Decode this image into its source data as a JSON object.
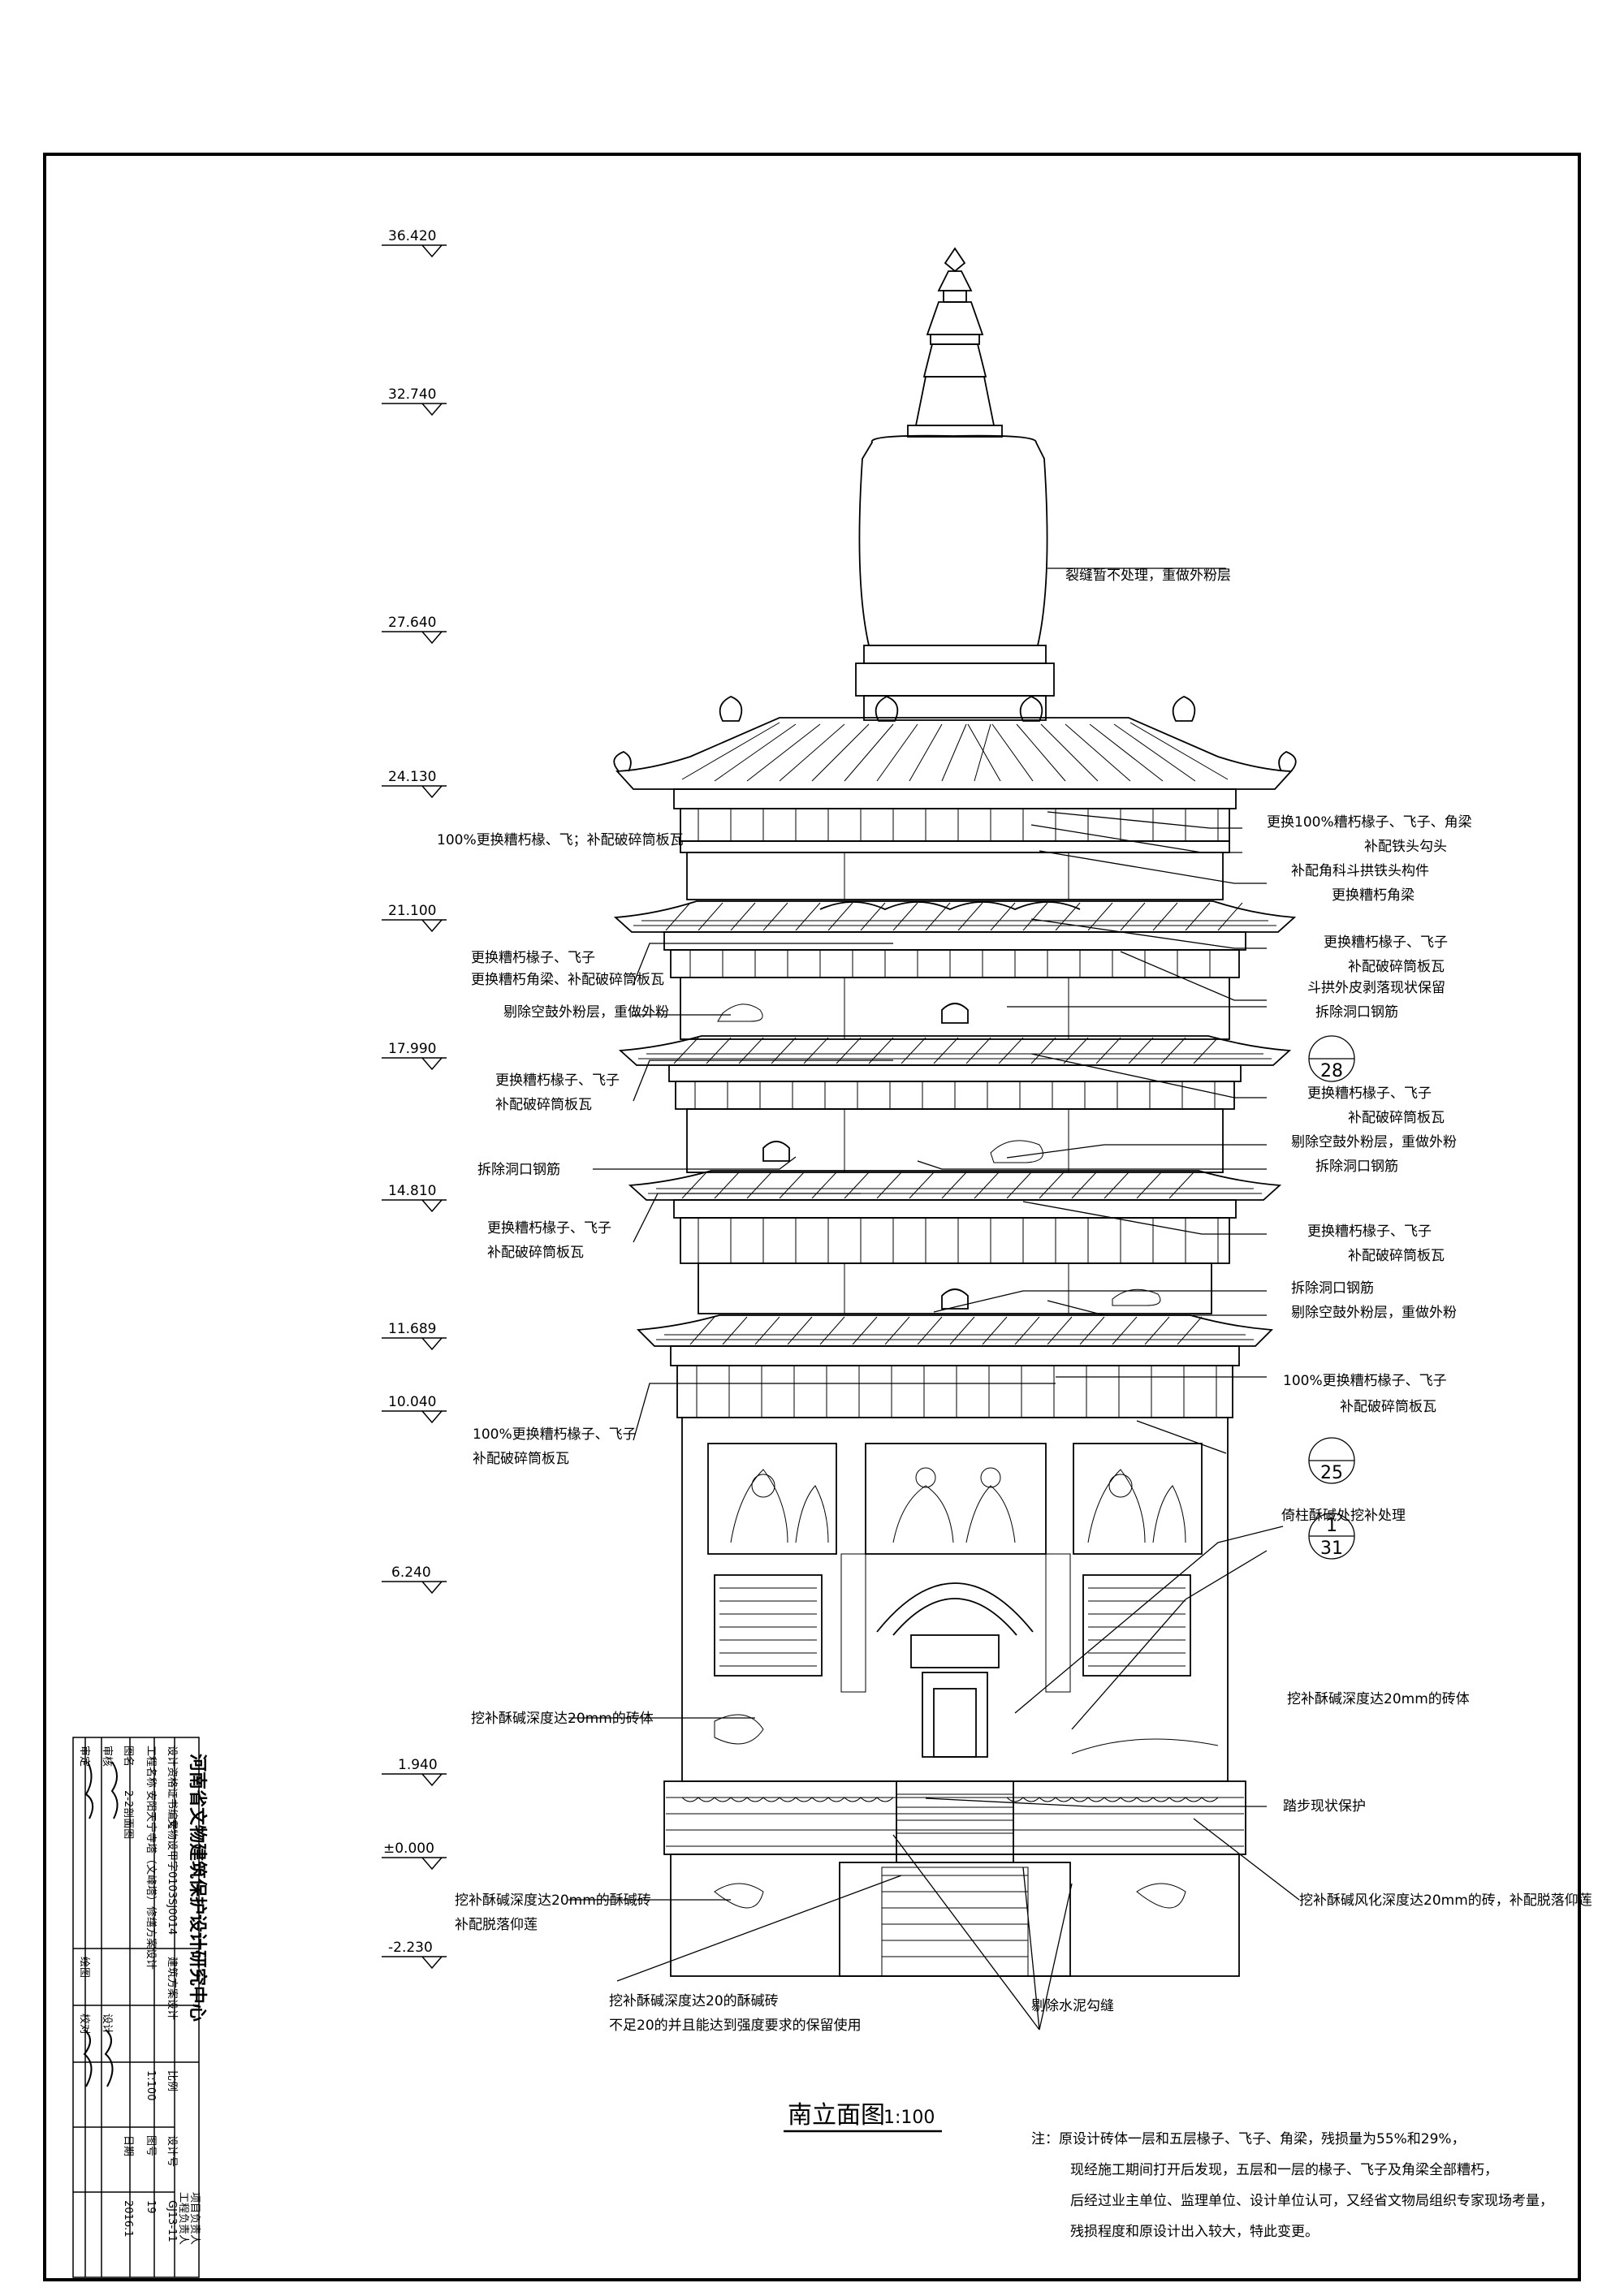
{
  "drawing_title": "南立面图",
  "drawing_scale": "1:100",
  "levels": [
    "36.420",
    "32.740",
    "27.640",
    "24.130",
    "21.100",
    "17.990",
    "14.810",
    "11.689",
    "10.040",
    "6.240",
    "1.940",
    "±0.000",
    "-2.230"
  ],
  "callouts": {
    "c1": {
      "num": "",
      "den": "28"
    },
    "c2": {
      "num": "",
      "den": "25"
    },
    "c3": {
      "num": "1",
      "den": "31"
    }
  },
  "annotations": {
    "crack": "裂缝暂不处理，重做外粉层",
    "r1a": "更换100%糟朽椽子、飞子、角梁",
    "r1b": "补配铁头勾头",
    "r1c": "补配角科斗拱铁头构件",
    "r1d": "更换糟朽角梁",
    "l1": "100%更换糟朽椽、飞；补配破碎筒板瓦",
    "l2a": "更换糟朽椽子、飞子",
    "l2b": "更换糟朽角梁、补配破碎筒板瓦",
    "l2c": "剔除空鼓外粉层，重做外粉",
    "r2a": "更换糟朽椽子、飞子",
    "r2b": "补配破碎筒板瓦",
    "r2c": "斗拱外皮剥落现状保留",
    "r2d": "拆除洞口钢筋",
    "l3a": "更换糟朽椽子、飞子",
    "l3b": "补配破碎筒板瓦",
    "r3a": "更换糟朽椽子、飞子",
    "r3b": "补配破碎筒板瓦",
    "r3c": "剔除空鼓外粉层，重做外粉",
    "r3d": "拆除洞口钢筋",
    "l4a": "拆除洞口钢筋",
    "l4b": "更换糟朽椽子、飞子",
    "l4c": "补配破碎筒板瓦",
    "r4a": "更换糟朽椽子、飞子",
    "r4b": "补配破碎筒板瓦",
    "r4c": "拆除洞口钢筋",
    "r4d": "剔除空鼓外粉层，重做外粉",
    "r5a": "100%更换糟朽椽子、飞子",
    "r5b": "补配破碎筒板瓦",
    "l5a": "100%更换糟朽椽子、飞子",
    "l5b": "补配破碎筒板瓦",
    "pillar": "倚柱酥碱处挖补处理",
    "l6": "挖补酥碱深度达20mm的砖体",
    "r6": "挖补酥碱深度达20mm的砖体",
    "steps": "踏步现状保护",
    "l7a": "挖补酥碱深度达20mm的酥碱砖",
    "l7b": "补配脱落仰莲",
    "r7": "挖补酥碱风化深度达20mm的砖，补配脱落仰莲",
    "b1a": "挖补酥碱深度达20的酥碱砖",
    "b1b": "不足20的并且能达到强度要求的保留使用",
    "b2": "剔除水泥勾缝"
  },
  "note": [
    "注：原设计砖体一层和五层椽子、飞子、角梁，残损量为55%和29%，",
    "现经施工期间打开后发现，五层和一层的椽子、飞子及角梁全部糟朽，",
    "后经过业主单位、监理单位、设计单位认可，又经省文物局组织专家现场考量，",
    "残损程度和原设计出入较大，特此变更。"
  ],
  "title_block": {
    "org": "河南省文物建筑保护设计研究中心",
    "rows": [
      [
        "设计资格证书编号",
        "文物设甲字0103SJ0014"
      ],
      [
        "工程名称",
        "安阳天宁寺塔（文峰塔）修缮方案设计"
      ],
      [
        "图名",
        "2-2剖面图"
      ]
    ],
    "roles": [
      "审核",
      "审定",
      "绘图",
      "校对",
      "设计",
      "项目负责人",
      "工程负责人"
    ],
    "fields": [
      "比例",
      "1:100",
      "设计号",
      "GJ13-11",
      "图号",
      "19",
      "日期",
      "2016.1",
      "建筑方案设计"
    ]
  }
}
